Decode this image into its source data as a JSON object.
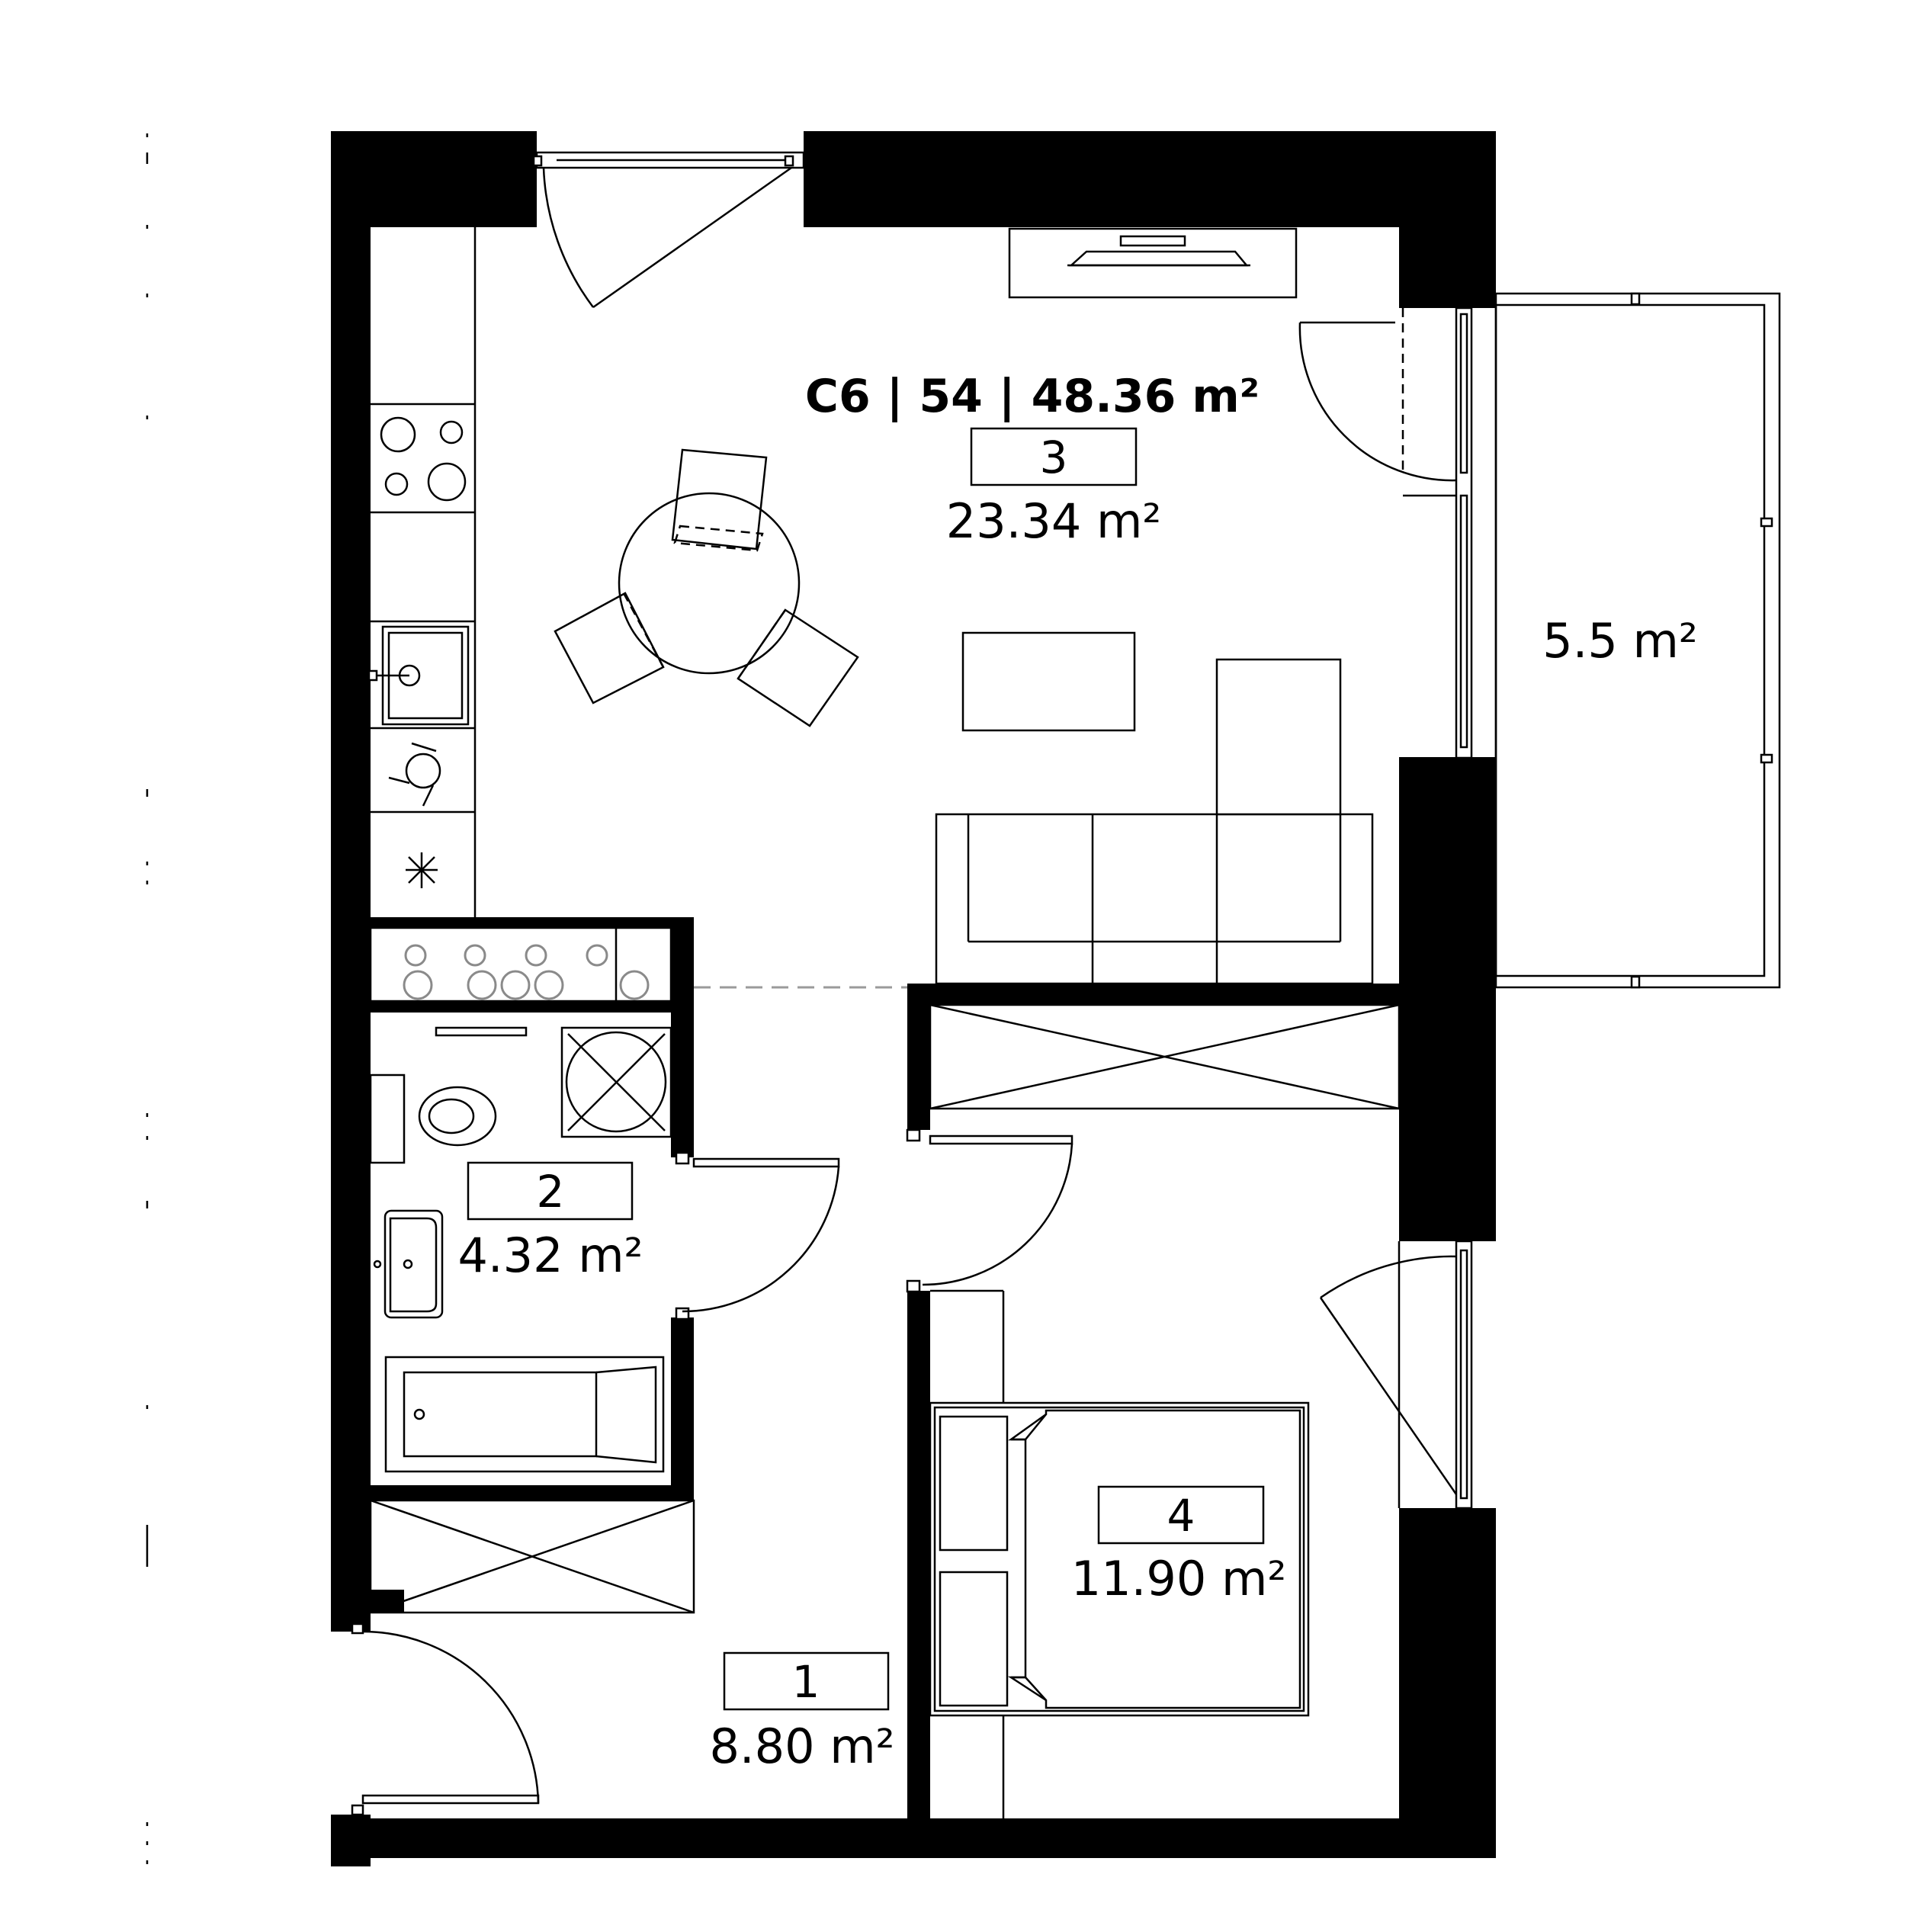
{
  "plan": {
    "unit_label": "C6 | 54 | 48.36 m²",
    "rooms": [
      {
        "number": "1",
        "area": "8.80 m²"
      },
      {
        "number": "2",
        "area": "4.32 m²"
      },
      {
        "number": "3",
        "area": "23.34 m²"
      },
      {
        "number": "4",
        "area": "11.90 m²"
      }
    ],
    "balcony_area": "5.5 m²"
  }
}
